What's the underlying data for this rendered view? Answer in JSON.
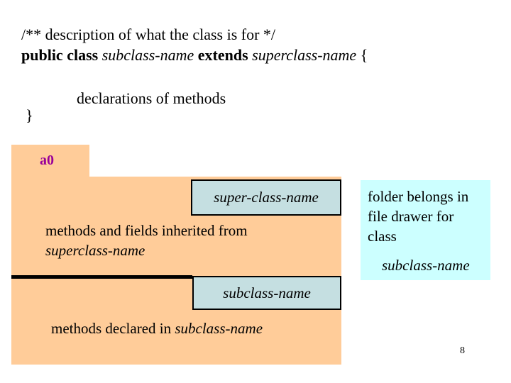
{
  "colors": {
    "page_bg": "#ffffff",
    "text_color": "#000000",
    "folder_fill": "#ffcc99",
    "name_box_fill": "#c5dfe1",
    "note_box_fill": "#ccffff",
    "tab_label_color": "#990099",
    "border_color": "#000000"
  },
  "code_block": {
    "comment": "/** description of what the class is for */",
    "declaration": {
      "seg1_bold": "public class ",
      "seg2_italic": "subclass-name",
      "seg3_bold": " extends ",
      "seg4_italic": "superclass-name",
      "seg5_plain": " {"
    },
    "body_line": "declarations of methods",
    "closing_brace": "}"
  },
  "folder": {
    "tab_label": "a0",
    "super_box_label": "super-class-name",
    "inherited_line1": "methods and fields inherited from",
    "inherited_line2_italic": "superclass-name",
    "sub_box_label": "subclass-name",
    "declared_prefix": "methods declared in ",
    "declared_name_italic": "subclass-name"
  },
  "note_box": {
    "text": "folder belongs in file drawer for class",
    "class_name_italic": "subclass-name"
  },
  "footer": {
    "page_number": "8"
  }
}
